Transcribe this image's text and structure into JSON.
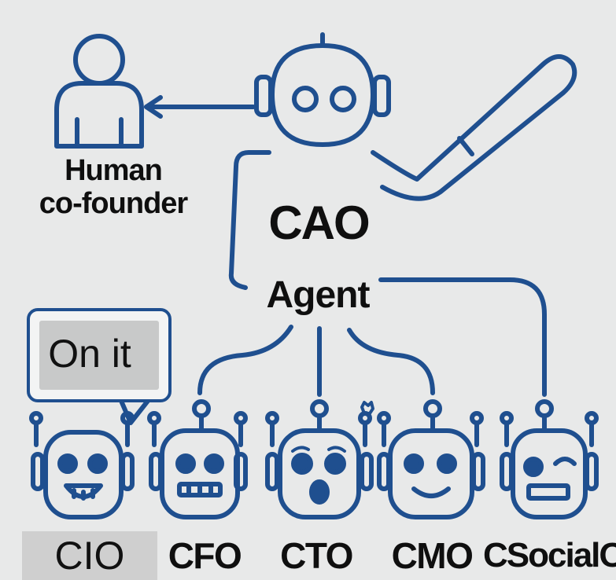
{
  "human": {
    "label_line1": "Human",
    "label_line2": "co-founder"
  },
  "cao": {
    "title": "CAO",
    "subtitle": "Agent"
  },
  "speech_bubble": {
    "text": "On it"
  },
  "roles": [
    "CIO",
    "CFO",
    "CTO",
    "CMO",
    "CSocialO"
  ],
  "colors": {
    "stroke": "#1f4f8f",
    "background": "#e8e9e9",
    "highlight": "#cfcfcf",
    "text": "#0f0f0f"
  }
}
